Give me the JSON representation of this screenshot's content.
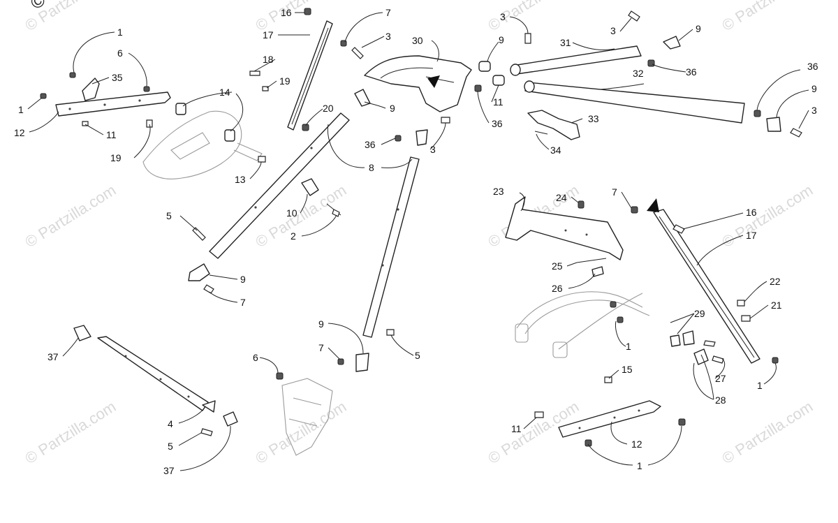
{
  "copyright": "© Partz",
  "watermarks": [
    {
      "text": "© Partzilla.com"
    },
    {
      "text": "© Partzilla.com"
    },
    {
      "text": "© Partzilla.com"
    },
    {
      "text": "© Partzilla.com"
    },
    {
      "text": "© Partzilla.com"
    },
    {
      "text": "© Partzilla.com"
    },
    {
      "text": "© Partzilla.com"
    },
    {
      "text": "© Partzilla.com"
    },
    {
      "text": "© Partzilla.com"
    },
    {
      "text": "© Partzilla.com"
    },
    {
      "text": "© Partzilla.com"
    },
    {
      "text": "© Partzilla.com"
    }
  ],
  "callouts": [
    "1",
    "6",
    "35",
    "1",
    "12",
    "11",
    "19",
    "14",
    "13",
    "16",
    "7",
    "17",
    "18",
    "19",
    "20",
    "3",
    "30",
    "9",
    "36",
    "3",
    "8",
    "5",
    "10",
    "2",
    "9",
    "7",
    "3",
    "9",
    "3",
    "31",
    "36",
    "9",
    "11",
    "32",
    "36",
    "9",
    "3",
    "36",
    "33",
    "34",
    "23",
    "24",
    "7",
    "16",
    "17",
    "25",
    "26",
    "22",
    "21",
    "29",
    "1",
    "27",
    "28",
    "1",
    "9",
    "7",
    "5",
    "6",
    "37",
    "4",
    "5",
    "37",
    "15",
    "11",
    "12",
    "1"
  ]
}
